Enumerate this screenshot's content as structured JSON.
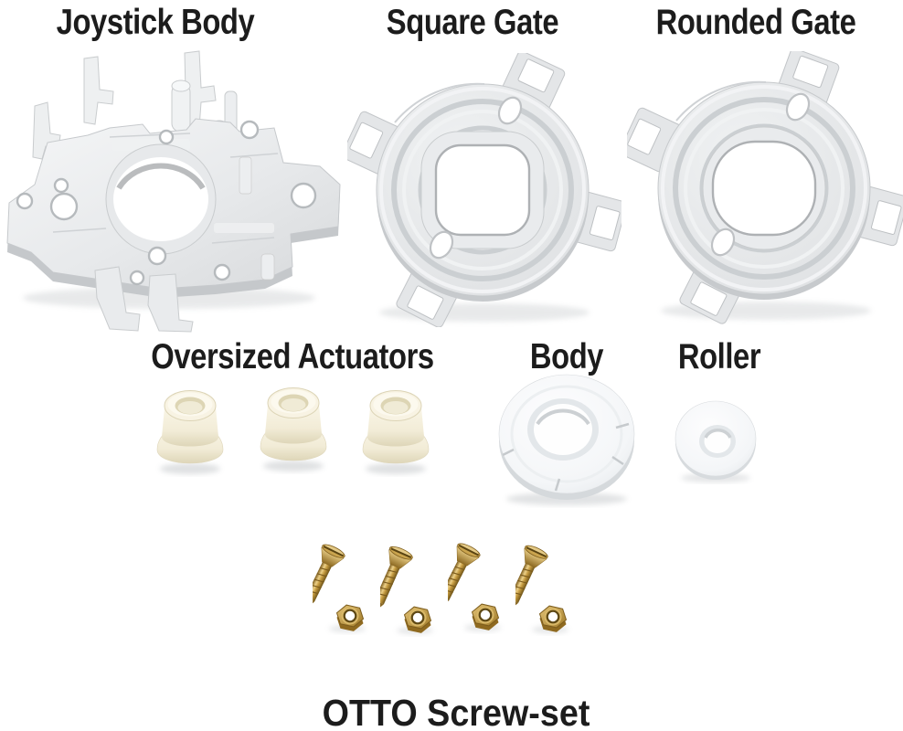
{
  "page": {
    "background_color": "#ffffff",
    "text_color": "#1c1c1c"
  },
  "labels": {
    "joystick_body": "Joystick Body",
    "square_gate": "Square Gate",
    "rounded_gate": "Rounded Gate",
    "oversized_actuators": "Oversized Actuators",
    "body": "Body",
    "roller": "Roller",
    "screw_set": "OTTO Screw-set"
  },
  "parts": {
    "actuator_count": 3,
    "screw_count": 4,
    "material_colors": {
      "white_plastic": "#e3e5e7",
      "cream_plastic": "#f3eedb",
      "brass": "#c09a44"
    }
  }
}
